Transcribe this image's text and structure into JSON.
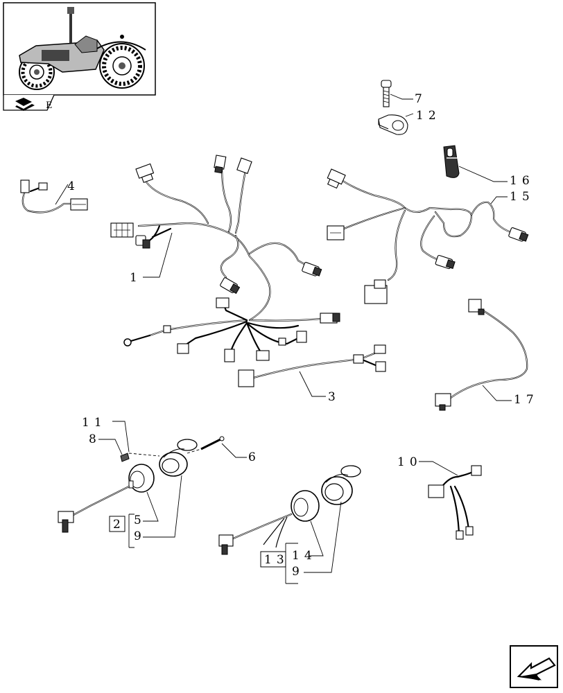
{
  "callouts": {
    "c1": "1",
    "c3": "3",
    "c4": "4",
    "c6": "6",
    "c7": "7",
    "c8": "8",
    "c10": "10",
    "c11": "11",
    "c12": "12",
    "c15": "15",
    "c16": "16",
    "c17": "17",
    "group_left_box": "2",
    "group_left_a": "5",
    "group_left_b": "9",
    "group_right_box": "13",
    "group_right_a": "14",
    "group_right_b": "9"
  },
  "thumbnail": {
    "icon": "tractor-thumbnail",
    "tag_icon": "book-page-icon",
    "tag_suffix": "E"
  },
  "nav_icon": "next-page-arrow-icon"
}
